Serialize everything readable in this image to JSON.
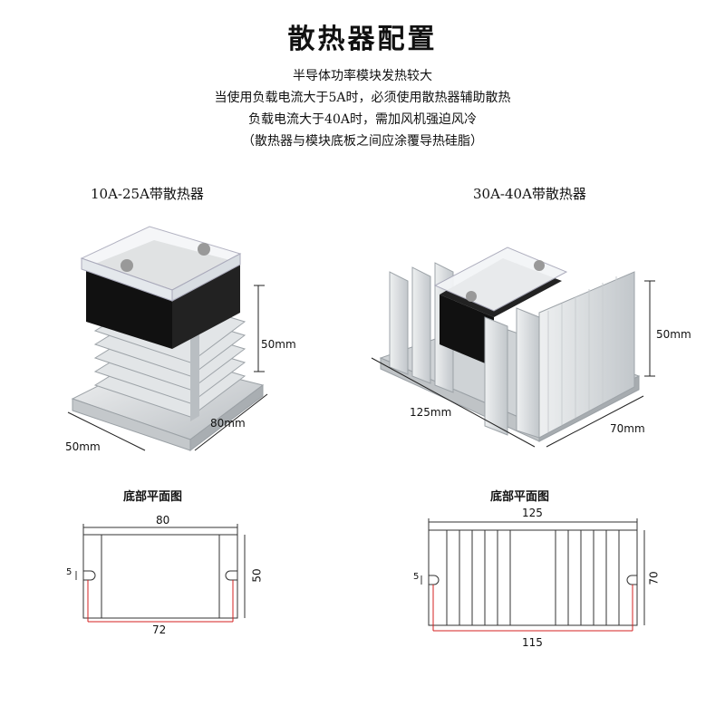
{
  "title": "散热器配置",
  "intro": [
    "半导体功率模块发热较大",
    "当使用负载电流大于5A时，必须使用散热器辅助散热",
    "负载电流大于40A时，需加风机强迫风冷",
    "（散热器与模块底板之间应涂覆导热硅脂）"
  ],
  "left": {
    "caption": "10A-25A带散热器",
    "dim_height": "50mm",
    "dim_length": "80mm",
    "dim_width": "50mm",
    "plan_title": "底部平面图",
    "plan_top": "80",
    "plan_slot": "5",
    "plan_side": "50",
    "plan_bottom": "72"
  },
  "right": {
    "caption": "30A-40A带散热器",
    "dim_height": "50mm",
    "dim_length": "125mm",
    "dim_width": "70mm",
    "plan_title": "底部平面图",
    "plan_top": "125",
    "plan_slot": "5",
    "plan_side": "70",
    "plan_bottom": "115"
  },
  "colors": {
    "dimension_red": "#d42020",
    "line": "#333333",
    "aluminum": "#d9dcde"
  }
}
